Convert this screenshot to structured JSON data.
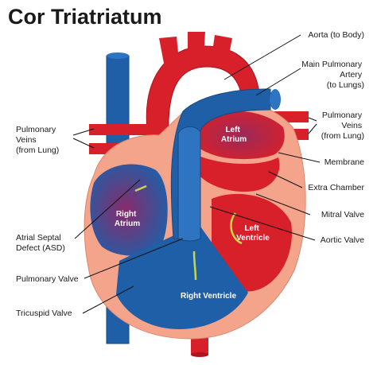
{
  "title": "Cor Triatriatum",
  "labels": {
    "aorta": "Aorta (to Body)",
    "main_pulmonary_artery": [
      "Main Pulmonary",
      "Artery",
      "(to Lungs)"
    ],
    "pulmonary_veins_right": [
      "Pulmonary",
      "Veins",
      "(from Lung)"
    ],
    "pulmonary_veins_left": [
      "Pulmonary",
      "Veins",
      "(from Lung)"
    ],
    "membrane": "Membrane",
    "extra_chamber": "Extra Chamber",
    "mitral_valve": "Mitral Valve",
    "aortic_valve": "Aortic Valve",
    "asd": [
      "Atrial Septal",
      "Defect (ASD)"
    ],
    "pulmonary_valve": "Pulmonary Valve",
    "tricuspid_valve": "Tricuspid Valve"
  },
  "chambers": {
    "left_atrium": [
      "Left",
      "Atrium"
    ],
    "right_atrium": [
      "Right",
      "Atrium"
    ],
    "left_ventricle": [
      "Left",
      "Ventricle"
    ],
    "right_ventricle": "Right Ventricle"
  },
  "colors": {
    "oxygenated": "#d8202a",
    "deoxygenated": "#1f5fa8",
    "heart_wall": "#f4a48a",
    "flow_arrow": "#c6d84a"
  }
}
